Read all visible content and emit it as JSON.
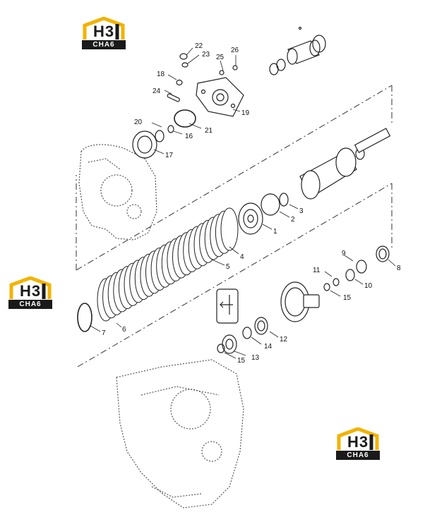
{
  "logo": {
    "mark": "H3",
    "sub": "CHA6",
    "accent": "#f2b300",
    "dark": "#1a1a1a"
  },
  "callouts": [
    "1",
    "2",
    "3",
    "4",
    "5",
    "6",
    "7",
    "8",
    "9",
    "10",
    "11",
    "12",
    "13",
    "14",
    "15",
    "15",
    "16",
    "17",
    "18",
    "19",
    "20",
    "21",
    "22",
    "23",
    "24",
    "25",
    "26"
  ],
  "colors": {
    "line": "#222222",
    "ghost": "#555555"
  }
}
